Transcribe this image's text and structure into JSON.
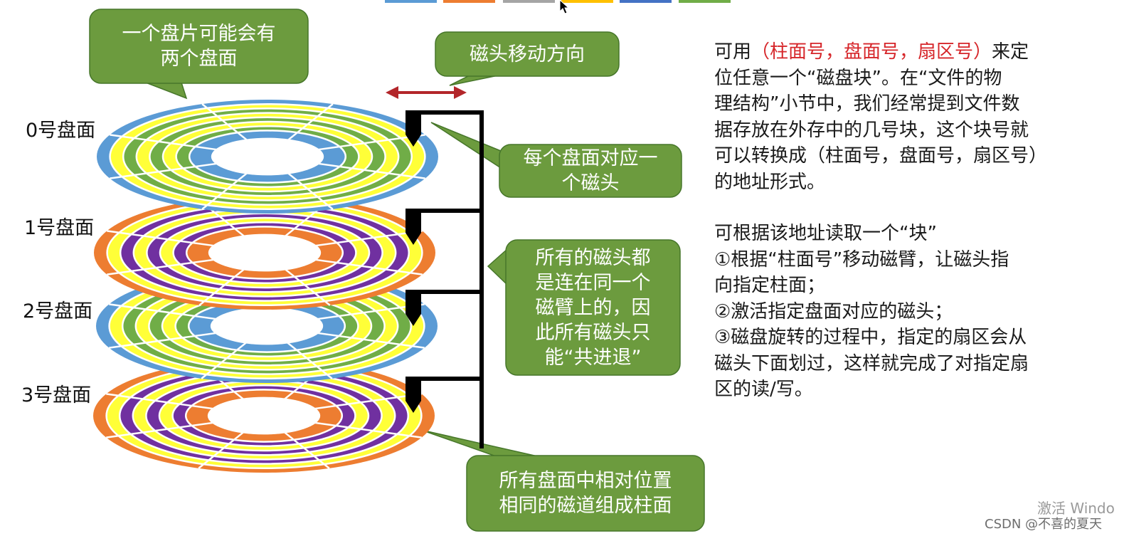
{
  "top_tabs": [
    "#5b9bd5",
    "#ed7d31",
    "#a5a5a5",
    "#ffc000",
    "#4472c4",
    "#70ad47"
  ],
  "colors": {
    "callout_fill": "#6c9b3e",
    "callout_border": "#46762a",
    "arrow": "#b3262a",
    "arm": "#000000",
    "blue": "#5b9bd5",
    "yellow": "#ffff38",
    "green": "#70ad47",
    "orange": "#ed7d31",
    "purple": "#7030a0",
    "highlight": "#d6262a"
  },
  "platters": [
    {
      "label": "0号盘面",
      "scheme": "blue-green"
    },
    {
      "label": "1号盘面",
      "scheme": "orange-purple"
    },
    {
      "label": "2号盘面",
      "scheme": "blue-green"
    },
    {
      "label": "3号盘面",
      "scheme": "orange-purple"
    }
  ],
  "callouts": {
    "two_surfaces": [
      "一个盘片可能会有",
      "两个盘面"
    ],
    "head_direction": [
      "磁头移动方向"
    ],
    "one_head": [
      "每个盘面对应一",
      "个磁头"
    ],
    "same_arm": [
      "所有的磁头都",
      "是连在同一个",
      "磁臂上的，因",
      "此所有磁头只",
      "能“共进退”"
    ],
    "cylinder": [
      "所有盘面中相对位置",
      "相同的磁道组成柱面"
    ]
  },
  "right_text": {
    "p1_line1_pre": "可用",
    "p1_line1_red": "（柱面号，盘面号，扇区号）",
    "p1_line1_post": "来定",
    "p1_lines": [
      "位任意一个“磁盘块”。在“文件的物",
      "理结构”小节中，我们经常提到文件数",
      "据存放在外存中的几号块，这个块号就",
      "可以转换成（柱面号，盘面号，扇区号）",
      "的地址形式。"
    ],
    "p2_lines": [
      "可根据该地址读取一个“块”",
      "①根据“柱面号”移动磁臂，让磁头指",
      "向指定柱面；",
      "②激活指定盘面对应的磁头；",
      "③磁盘旋转的过程中，指定的扇区会从",
      "磁头下面划过，这样就完成了对指定扇",
      "区的读/写。"
    ]
  },
  "watermark": {
    "activate": "激活 Windo",
    "csdn": "CSDN @不喜的夏天"
  }
}
